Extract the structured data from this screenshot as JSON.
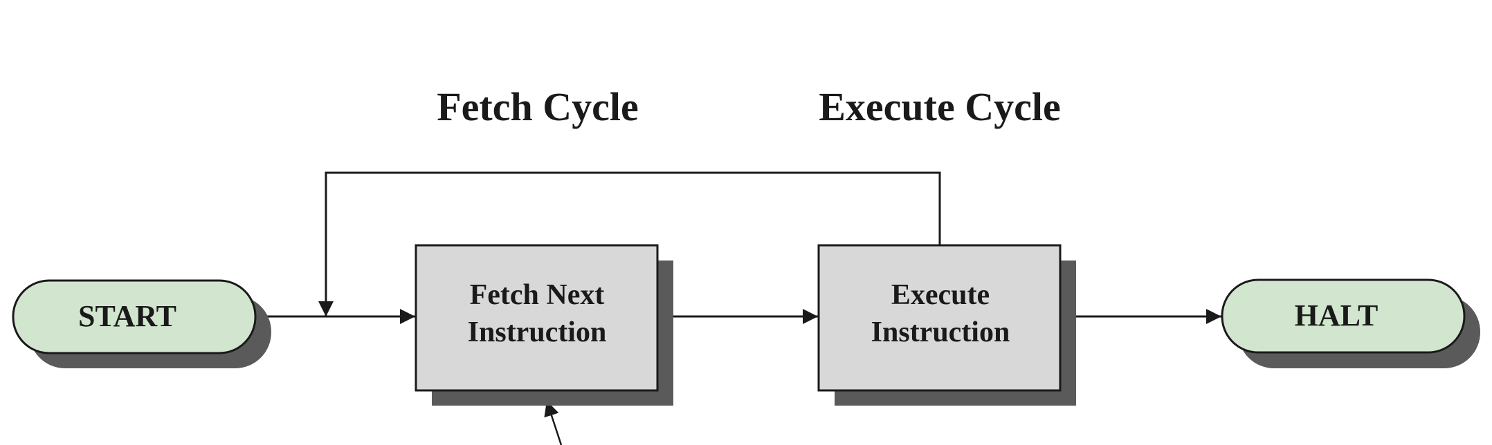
{
  "headings": {
    "fetch_cycle": "Fetch Cycle",
    "execute_cycle": "Execute Cycle"
  },
  "nodes": {
    "start": "START",
    "fetch": {
      "line1": "Fetch Next",
      "line2": "Instruction"
    },
    "execute": {
      "line1": "Execute",
      "line2": "Instruction"
    },
    "halt": "HALT"
  },
  "colors": {
    "terminal_fill": "#d2e6cf",
    "process_fill": "#d8d8d8",
    "shadow": "#5a5a5a",
    "stroke": "#1a1a1a",
    "text": "#1a1a1a"
  }
}
